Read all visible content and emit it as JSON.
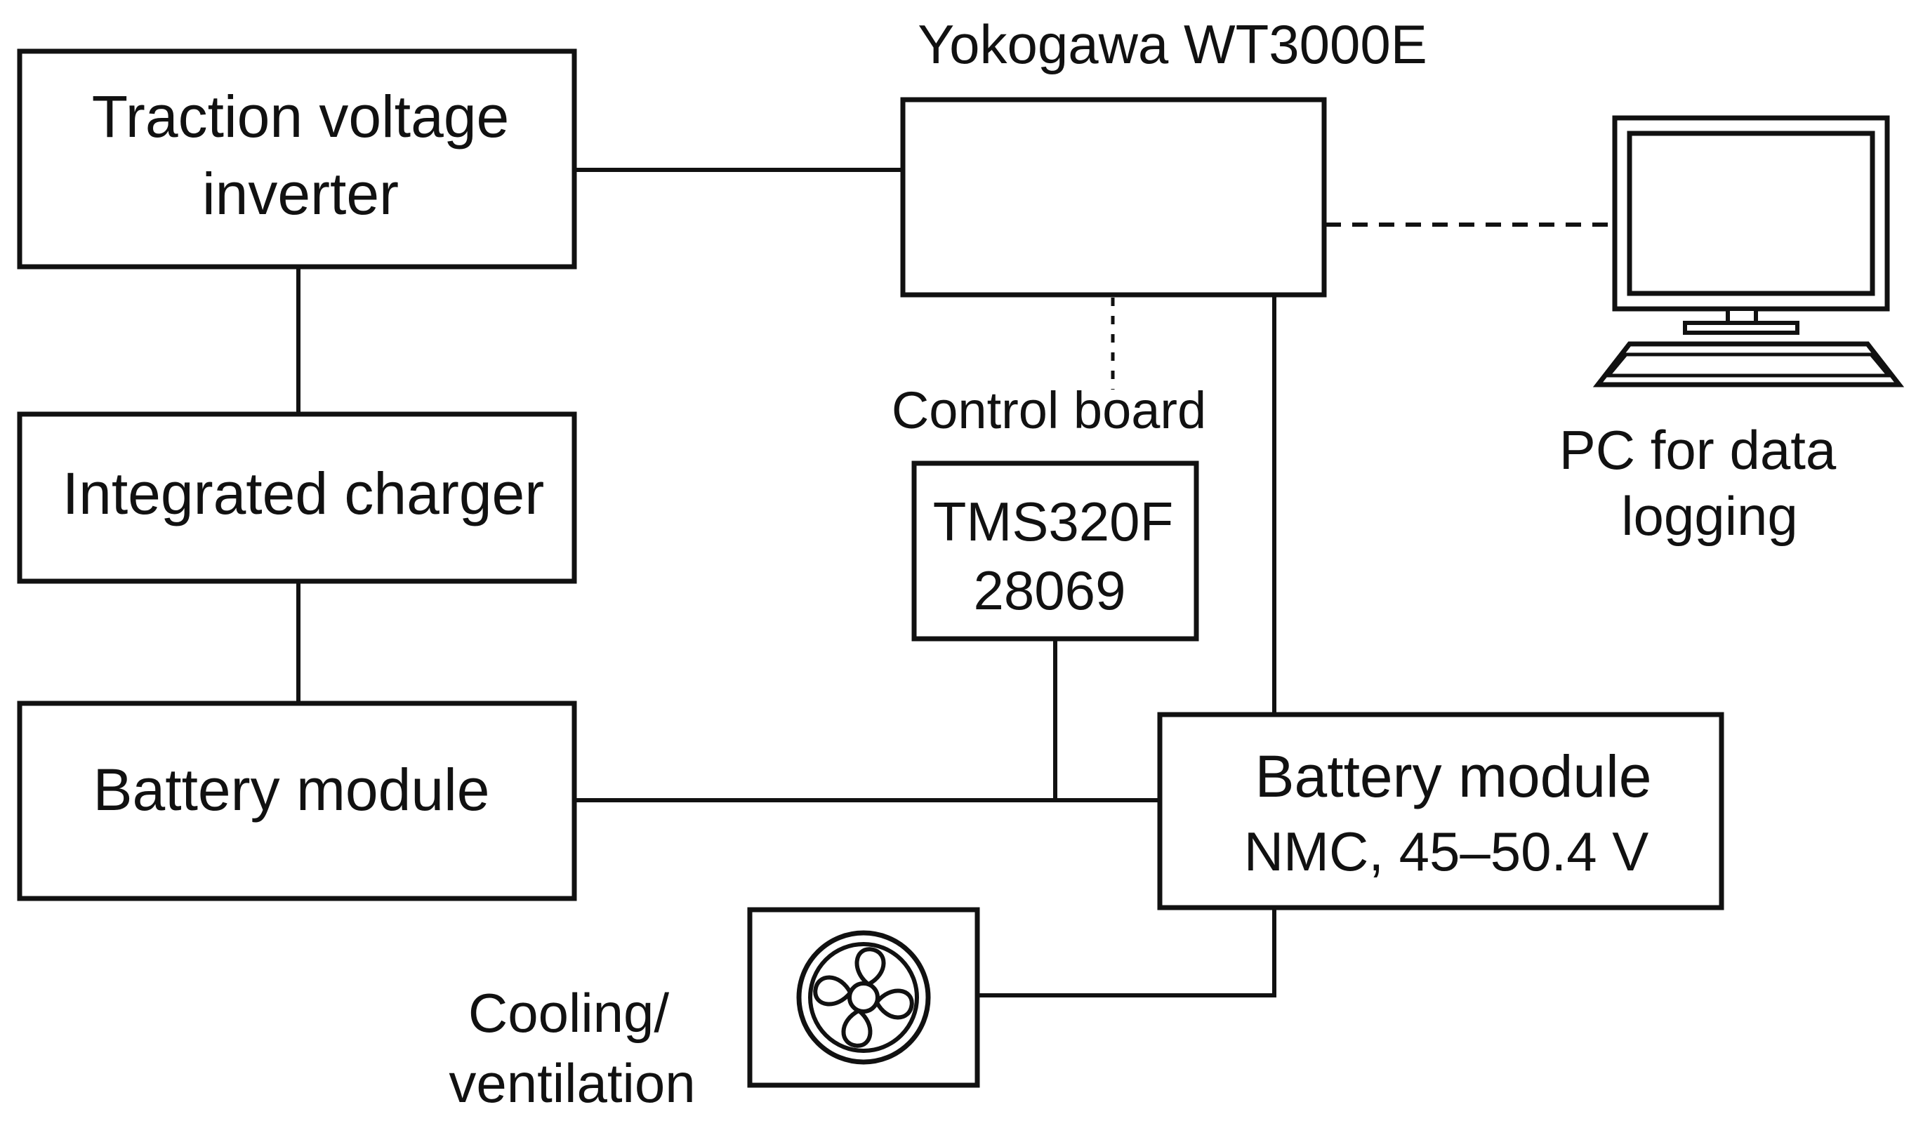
{
  "nodes": {
    "traction_inverter": {
      "line1": "Traction voltage",
      "line2": "inverter"
    },
    "integrated_charger": {
      "label": "Integrated charger"
    },
    "battery_module_left": {
      "label": "Battery module"
    },
    "power_analyzer": {
      "label": "Yokogawa WT3000E"
    },
    "control_board": {
      "caption": "Control board",
      "line1": "TMS320F",
      "line2": "28069"
    },
    "battery_module_right": {
      "line1": "Battery module",
      "line2": "NMC, 45–50.4 V"
    },
    "cooling": {
      "line1": "Cooling/",
      "line2": "ventilation",
      "icon": "fan-icon"
    },
    "pc": {
      "line1": "PC for data",
      "line2": "logging",
      "icon": "computer-monitor-icon"
    }
  }
}
